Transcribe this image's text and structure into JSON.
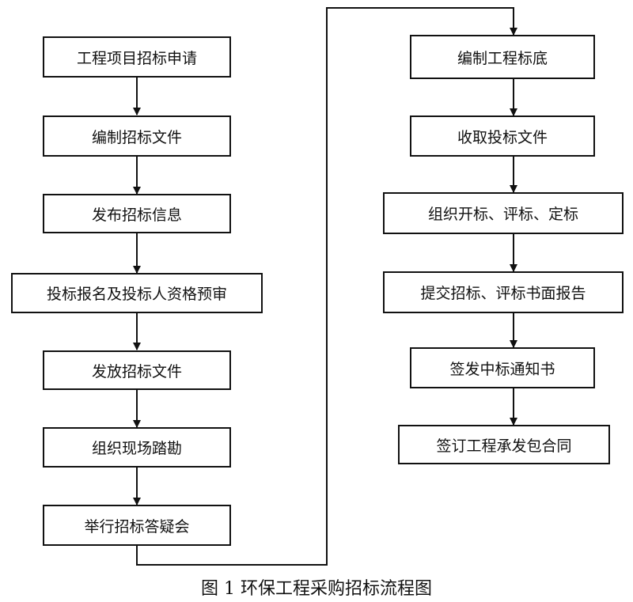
{
  "flowchart": {
    "left_steps": [
      "工程项目招标申请",
      "编制招标文件",
      "发布招标信息",
      "投标报名及投标人资格预审",
      "发放招标文件",
      "组织现场踏勘",
      "举行招标答疑会"
    ],
    "right_steps": [
      "编制工程标底",
      "收取投标文件",
      "组织开标、评标、定标",
      "提交招标、评标书面报告",
      "签发中标通知书",
      "签订工程承发包合同"
    ],
    "caption": "图 1 环保工程采购招标流程图"
  },
  "colors": {
    "line": "#111111",
    "box_border": "#111111",
    "background": "#ffffff"
  }
}
